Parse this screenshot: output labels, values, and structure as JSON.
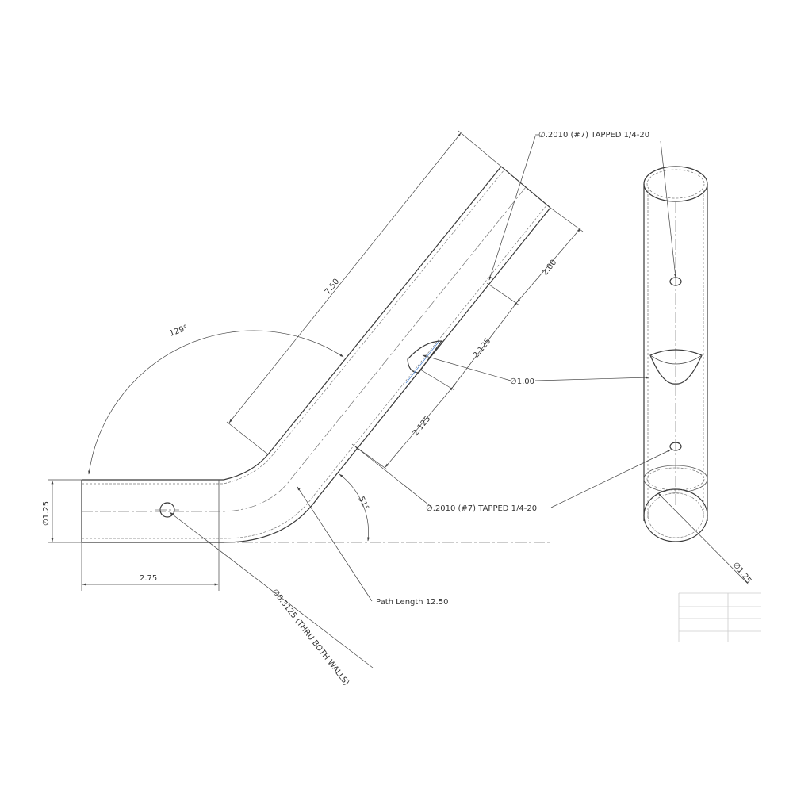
{
  "labels": {
    "hole_top": "∅.2010 (#7) TAPPED 1/4-20",
    "hole_bottom": "∅.2010 (#7) TAPPED 1/4-20",
    "dia_cut": "∅1.00",
    "dia_tube_side": "∅1.25",
    "dia_tube_end": "∅1.25",
    "dia_thru": "∅0.3125 (THRU BOTH WALLS)",
    "path_length": "Path Length 12.50"
  },
  "dimensions": {
    "length_750": "7.50",
    "length_200": "2.00",
    "length_2125_a": "2.125",
    "length_2125_b": "2.125",
    "length_275": "2.75",
    "angle_129": "129°",
    "angle_51": "51°"
  },
  "colors": {
    "line": "#3a3a3a",
    "accent_blue": "#5b8fd6"
  }
}
